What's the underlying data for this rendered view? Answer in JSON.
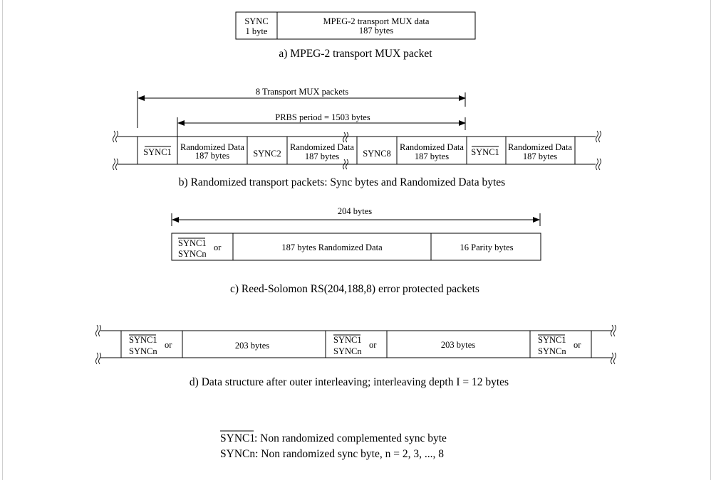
{
  "a": {
    "cell_sync": [
      "SYNC",
      "1 byte"
    ],
    "cell_data": [
      "MPEG-2 transport MUX data",
      "187 bytes"
    ],
    "caption": "a) MPEG-2 transport MUX packet"
  },
  "b": {
    "span_packets": "8 Transport MUX packets",
    "span_prbs": "PRBS period = 1503 bytes",
    "sync1": "SYNC1",
    "sync2": "SYNC2",
    "sync8": "SYNC8",
    "data": [
      "Randomized Data",
      "187 bytes"
    ],
    "caption": "b) Randomized transport packets: Sync bytes and Randomized Data bytes"
  },
  "c": {
    "span": "204 bytes",
    "sync1": "SYNC1",
    "or": "or",
    "syncn": "SYNCn",
    "data": "187 bytes Randomized Data",
    "parity": "16 Parity bytes",
    "caption": "c) Reed-Solomon RS(204,188,8) error protected packets"
  },
  "d": {
    "sync1": "SYNC1",
    "or": "or",
    "syncn": "SYNCn",
    "bytes": "203 bytes",
    "caption": "d) Data structure after outer interleaving; interleaving depth I = 12 bytes"
  },
  "legend": {
    "sync1_term": "SYNC1",
    "sync1_def": ": Non randomized complemented sync byte",
    "syncn_line": "SYNCn: Non randomized sync byte, n = 2, 3, ..., 8"
  }
}
